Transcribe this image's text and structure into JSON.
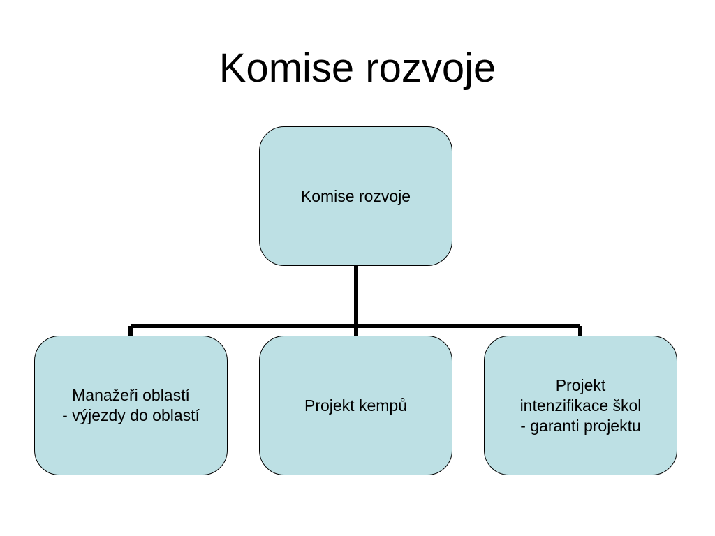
{
  "title": "Komise rozvoje",
  "colors": {
    "node_fill": "#bde0e4",
    "node_border": "#000000",
    "connector": "#000000"
  },
  "diagram": {
    "root": {
      "label": "Komise rozvoje"
    },
    "children": [
      {
        "label": "Manažeři oblastí\n- výjezdy do oblastí"
      },
      {
        "label": "Projekt kempů"
      },
      {
        "label": "Projekt\nintenzifikace škol\n- garanti projektu"
      }
    ]
  }
}
